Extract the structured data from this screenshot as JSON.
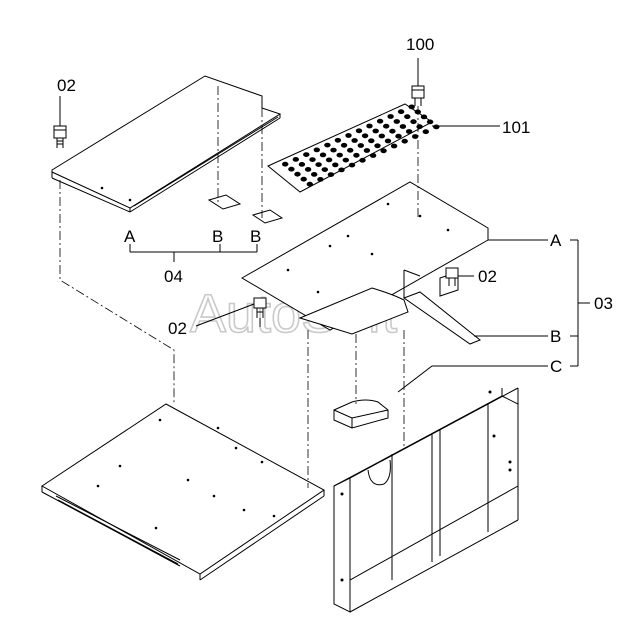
{
  "watermark": "AutoSoft",
  "callouts": {
    "bolt_left": "02",
    "bolt_top": "100",
    "grating": "101",
    "letter_a_left": "A",
    "letter_b_left1": "B",
    "letter_b_left2": "B",
    "group_04": "04",
    "letter_a_right": "A",
    "bolt_right": "02",
    "group_03": "03",
    "letter_b_right": "B",
    "letter_c_right": "C",
    "bolt_center": "02"
  }
}
